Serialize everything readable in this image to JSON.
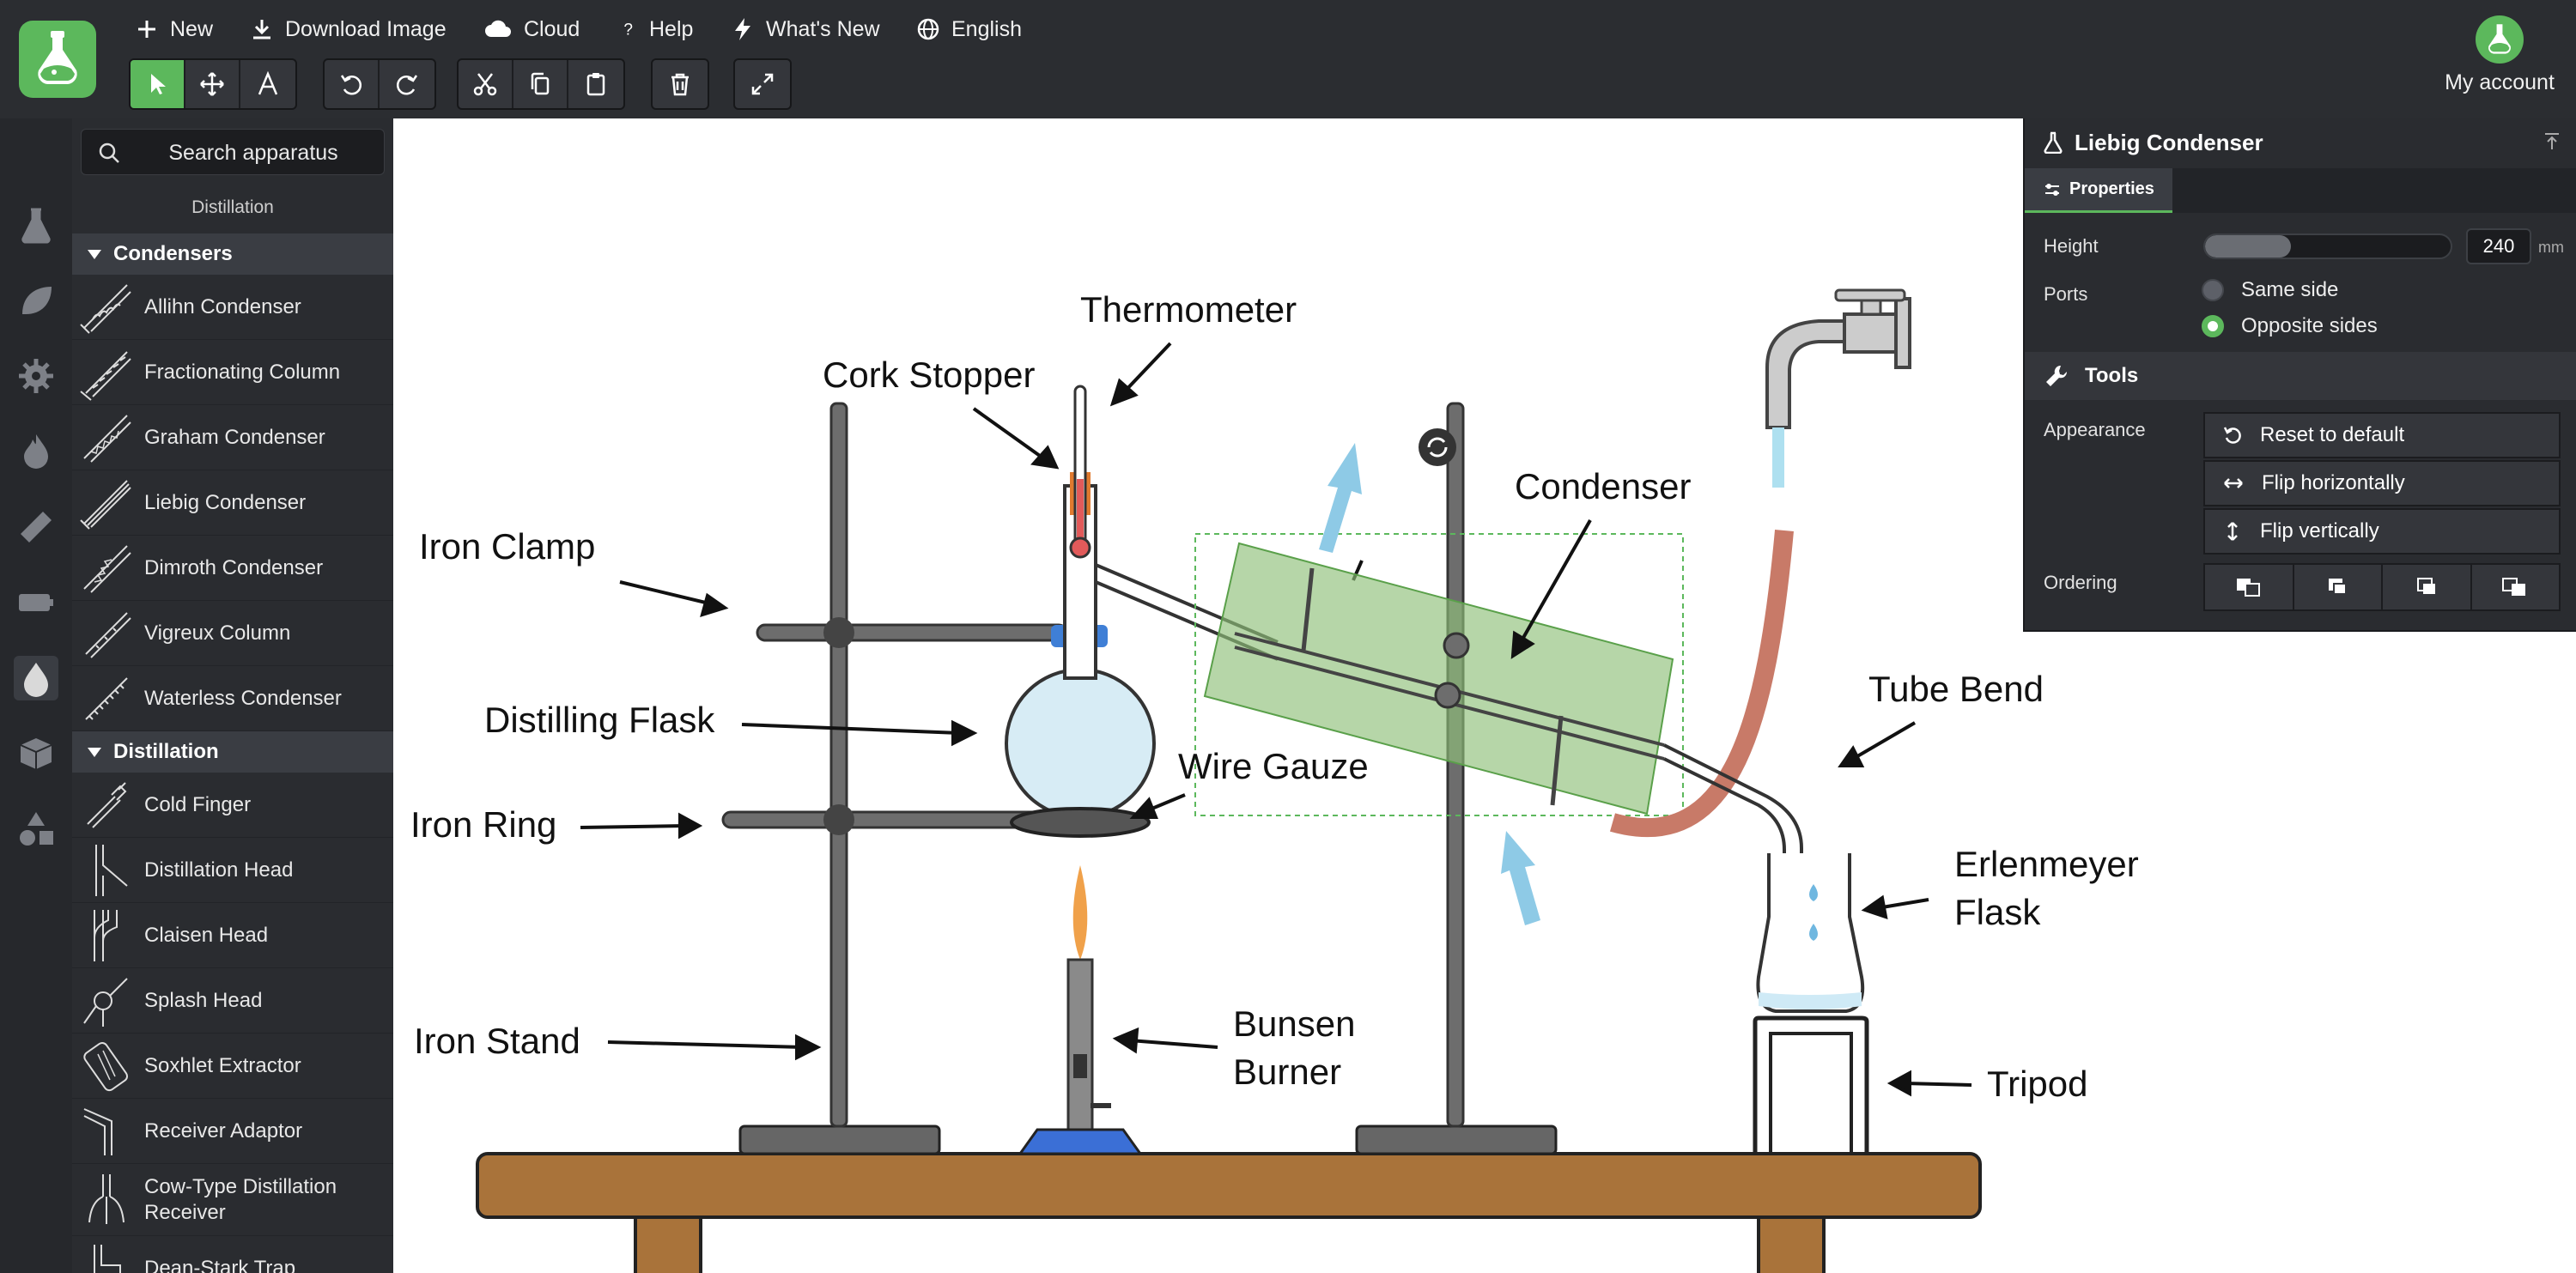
{
  "menu": {
    "new": "New",
    "download": "Download Image",
    "cloud": "Cloud",
    "help": "Help",
    "whats_new": "What's New",
    "language": "English"
  },
  "account": {
    "label": "My account"
  },
  "sidebar": {
    "search_placeholder": "Search apparatus",
    "category": "Distillation",
    "sections": [
      {
        "title": "Condensers",
        "items": [
          "Allihn Condenser",
          "Fractionating Column",
          "Graham Condenser",
          "Liebig Condenser",
          "Dimroth Condenser",
          "Vigreux Column",
          "Waterless Condenser"
        ]
      },
      {
        "title": "Distillation",
        "items": [
          "Cold Finger",
          "Distillation Head",
          "Claisen Head",
          "Splash Head",
          "Soxhlet Extractor",
          "Receiver Adaptor",
          "Cow-Type Distillation Receiver",
          "Dean-Stark Trap"
        ]
      }
    ]
  },
  "canvas": {
    "labels": {
      "thermometer": "Thermometer",
      "cork_stopper": "Cork Stopper",
      "iron_clamp": "Iron Clamp",
      "distilling_flask": "Distilling Flask",
      "iron_ring": "Iron Ring",
      "wire_gauze": "Wire Gauze",
      "iron_stand": "Iron Stand",
      "bunsen_burner_1": "Bunsen",
      "bunsen_burner_2": "Burner",
      "condenser": "Condenser",
      "tube_bend": "Tube Bend",
      "erlenmeyer_1": "Erlenmeyer",
      "erlenmeyer_2": "Flask",
      "tripod": "Tripod"
    }
  },
  "panel": {
    "title": "Liebig Condenser",
    "tab": "Properties",
    "height_label": "Height",
    "height_value": "240",
    "height_unit": "mm",
    "height_fraction": 0.35,
    "ports_label": "Ports",
    "port_options": [
      "Same side",
      "Opposite sides"
    ],
    "selected_port": "Opposite sides",
    "tools_title": "Tools",
    "appearance_label": "Appearance",
    "actions": [
      "Reset to default",
      "Flip horizontally",
      "Flip vertically"
    ],
    "ordering_label": "Ordering"
  },
  "colors": {
    "accent": "#5cb85c",
    "topbar": "#2b2d31",
    "sidebar": "#2a2c30",
    "table_wood": "#a9733a",
    "flask_liquid": "#d7ecf5",
    "hose": "#c87a68",
    "selection": "#8fc07a",
    "flame": "#f0a14a",
    "burner_base": "#3b6fd6"
  }
}
